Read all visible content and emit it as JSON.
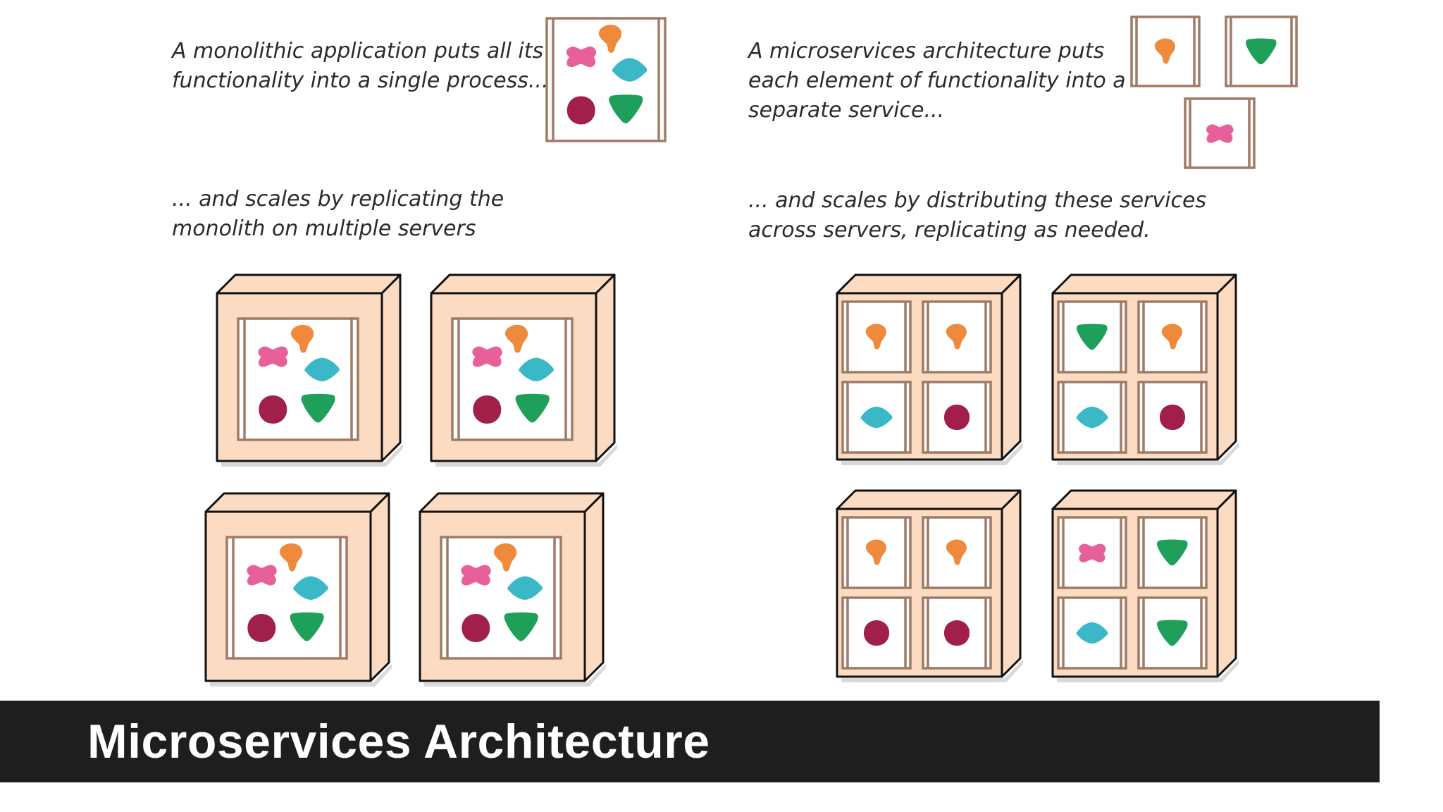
{
  "captions": {
    "monolith_intro": [
      "A monolithic application puts all its",
      "functionality into a single process..."
    ],
    "monolith_scale": [
      "... and scales by replicating the",
      "monolith on multiple servers"
    ],
    "micro_intro": [
      "A microservices architecture puts",
      "each element of functionality into a",
      "separate service..."
    ],
    "micro_scale": [
      "... and scales by distributing these services",
      "across servers, replicating as needed."
    ]
  },
  "banner": {
    "title": "Microservices Architecture"
  },
  "colors": {
    "server_fill": "#fbdcc2",
    "frame_stroke": "#a07a66",
    "outline": "#111111",
    "pink": "#e8609a",
    "orange": "#ef8a3c",
    "teal": "#3ab8c8",
    "maroon": "#a0204a",
    "green": "#1fa05a",
    "banner_bg": "#1e1e1e",
    "banner_text": "#ffffff"
  },
  "monolith_functions": [
    "pink",
    "orange",
    "teal",
    "maroon",
    "green"
  ],
  "microservices": [
    "orange",
    "green",
    "pink"
  ],
  "monolith_servers": 4,
  "micro_servers": [
    [
      "orange",
      "orange",
      "teal",
      "maroon"
    ],
    [
      "green",
      "orange",
      "teal",
      "maroon"
    ],
    [
      "orange",
      "orange",
      "maroon",
      "maroon"
    ],
    [
      "pink",
      "green",
      "teal",
      "green"
    ]
  ]
}
